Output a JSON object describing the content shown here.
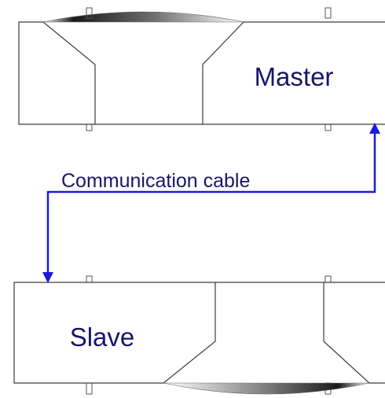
{
  "master": {
    "label": "Master"
  },
  "slave": {
    "label": "Slave"
  },
  "cable": {
    "label": "Communication cable",
    "color": "#1a1adc"
  },
  "colors": {
    "label_text": "#16166a",
    "outline": "#3c3c3c"
  }
}
